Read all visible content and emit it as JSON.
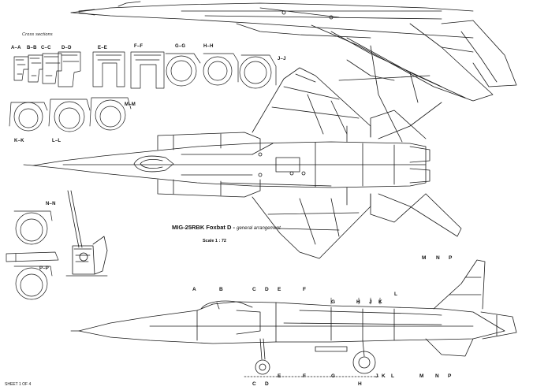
{
  "title": {
    "main": "MIG-25RBK Foxbat D -",
    "sub": "general arrangement"
  },
  "scale": "Scale 1 : 72",
  "sheet": "SHEET 1 OF 4",
  "cross_sections": {
    "heading": "Cross sections",
    "labels": [
      "A–A",
      "B–B",
      "C–C",
      "D–D",
      "E–E",
      "F–F",
      "G–G",
      "H–H",
      "J–J",
      "K–K",
      "L–L",
      "M–M",
      "N–N",
      "P–P"
    ]
  },
  "stations_top": [
    "A",
    "B",
    "C",
    "D",
    "E",
    "F",
    "G",
    "H",
    "J",
    "K",
    "L",
    "M",
    "N",
    "P"
  ],
  "stations_bottom": [
    "C",
    "D",
    "E",
    "F",
    "G",
    "H",
    "J",
    "K",
    "L",
    "M",
    "N",
    "P"
  ],
  "colors": {
    "ink": "#1a1a1a",
    "paper": "#ffffff"
  }
}
